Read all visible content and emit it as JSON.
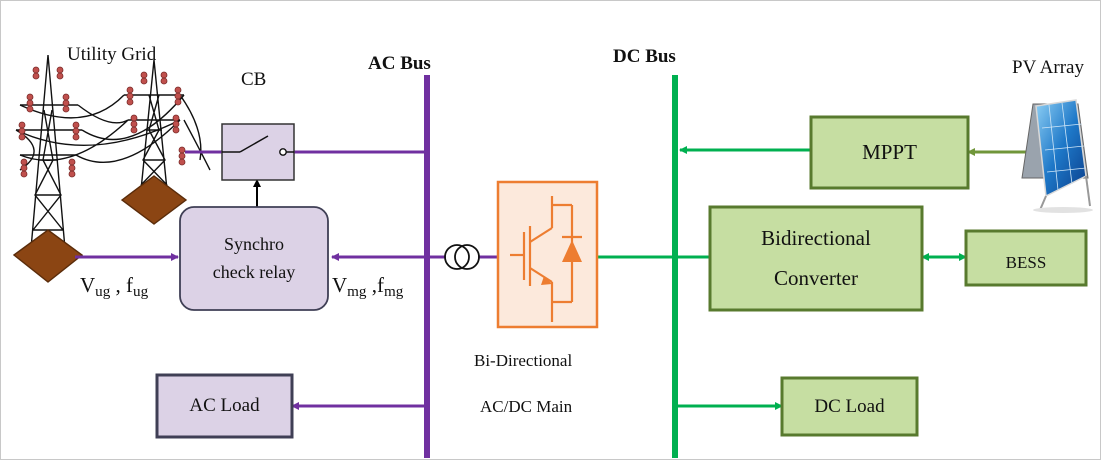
{
  "title": "",
  "labels": {
    "utility_grid": "Utility Grid",
    "cb": "CB",
    "ac_bus": "AC Bus",
    "dc_bus": "DC Bus",
    "pv_array": "PV Array",
    "synchro_line1": "Synchro",
    "synchro_line2": "check relay",
    "mppt": "MPPT",
    "bidirectional_line1": "Bidirectional",
    "bidirectional_line2": "Converter",
    "bess": "BESS",
    "ac_load": "AC Load",
    "dc_load": "DC Load",
    "main_converter_line1": "Bi-Directional",
    "main_converter_line2": "AC/DC Main",
    "v_ug": "V",
    "v_ug_sub": "ug",
    "f_ug": "f",
    "f_ug_sub": "ug",
    "v_mg": "V",
    "v_mg_sub": "mg",
    "f_mg": "f",
    "f_mg_sub": "mg",
    "sep1": " , ",
    "sep2": " ,"
  },
  "colors": {
    "ac": "#7030a0",
    "dc": "#00b050",
    "pv_link": "#70963a",
    "green_box_fill": "#c6dea2",
    "green_box_stroke": "#587a2e",
    "purple_box_fill": "#dcd2e6",
    "purple_box_stroke": "#3f3f55",
    "converter": "#ed7d31",
    "converter_fill": "#fce9dc",
    "tower_base": "#8b4513"
  }
}
